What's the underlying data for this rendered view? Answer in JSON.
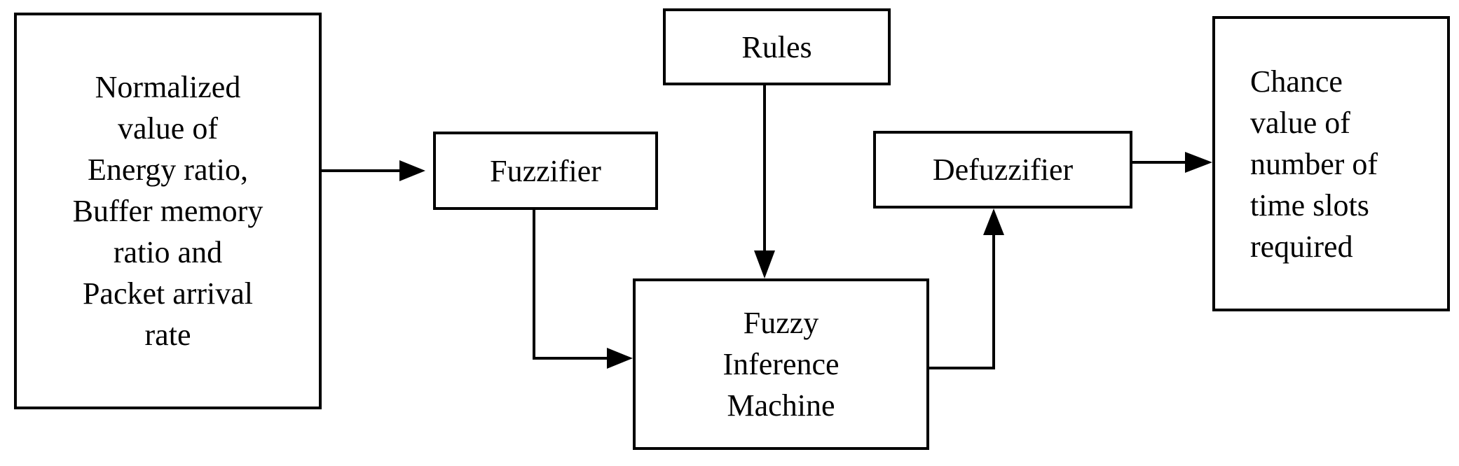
{
  "nodes": {
    "input": {
      "lines": [
        "Normalized",
        "value of",
        "Energy ratio,",
        "Buffer memory",
        "ratio and",
        "Packet arrival",
        "rate"
      ]
    },
    "fuzzifier": {
      "label": "Fuzzifier"
    },
    "rules": {
      "label": "Rules"
    },
    "inference": {
      "lines": [
        "Fuzzy",
        "Inference",
        "Machine"
      ]
    },
    "defuzzifier": {
      "label": "Defuzzifier"
    },
    "output": {
      "lines": [
        "Chance",
        "value of",
        "number of",
        "time slots",
        "required"
      ]
    }
  },
  "edges": [
    {
      "from": "input",
      "to": "fuzzifier"
    },
    {
      "from": "fuzzifier",
      "to": "inference"
    },
    {
      "from": "rules",
      "to": "inference"
    },
    {
      "from": "inference",
      "to": "defuzzifier"
    },
    {
      "from": "defuzzifier",
      "to": "output"
    }
  ]
}
